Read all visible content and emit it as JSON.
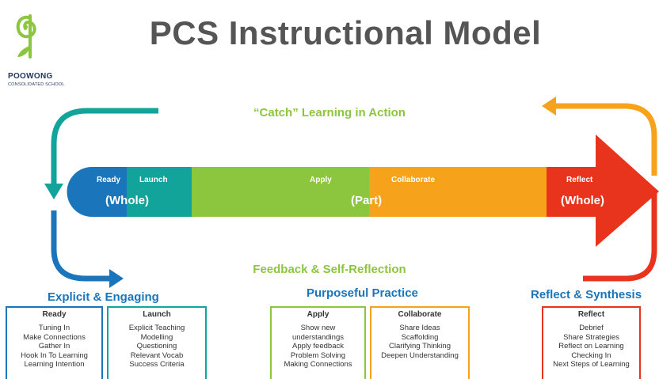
{
  "title": "PCS Instructional Model",
  "logo": {
    "name": "POOWONG",
    "subtitle": "CONSOLIDATED SCHOOL"
  },
  "catch_label": "“Catch” Learning in Action",
  "feedback_label": "Feedback & Self-Reflection",
  "stages": {
    "ready": "Ready",
    "launch": "Launch",
    "apply": "Apply",
    "collaborate": "Collaborate",
    "reflect": "Reflect"
  },
  "phases": {
    "whole_left": "(Whole)",
    "part": "(Part)",
    "whole_right": "(Whole)"
  },
  "sections": {
    "explicit": "Explicit & Engaging",
    "purposeful": "Purposeful Practice",
    "reflect": "Reflect & Synthesis"
  },
  "boxes": {
    "ready": {
      "heading": "Ready",
      "items": [
        "Tuning In",
        "Make Connections",
        "Gather In",
        "Hook In To Learning",
        "Learning Intention"
      ]
    },
    "launch": {
      "heading": "Launch",
      "items": [
        "Explicit Teaching",
        "Modelling",
        "Questioning",
        "Relevant Vocab",
        "Success Criteria"
      ]
    },
    "apply": {
      "heading": "Apply",
      "items": [
        "Show new",
        "understandings",
        "Apply feedback",
        "Problem Solving",
        "Making Connections"
      ]
    },
    "collaborate": {
      "heading": "Collaborate",
      "items": [
        "Share Ideas",
        "Scaffolding",
        "Clarifying Thinking",
        "Deepen Understanding"
      ]
    },
    "reflect": {
      "heading": "Reflect",
      "items": [
        "Debrief",
        "Share Strategies",
        "Reflect on Learning",
        "Checking In",
        "Next Steps of Learning"
      ]
    }
  },
  "colors": {
    "blue": "#1b75bb",
    "teal": "#12a39a",
    "green": "#8cc63f",
    "orange": "#f7a21b",
    "red": "#e8341c",
    "title_gray": "#555555",
    "navy": "#1f3557"
  }
}
